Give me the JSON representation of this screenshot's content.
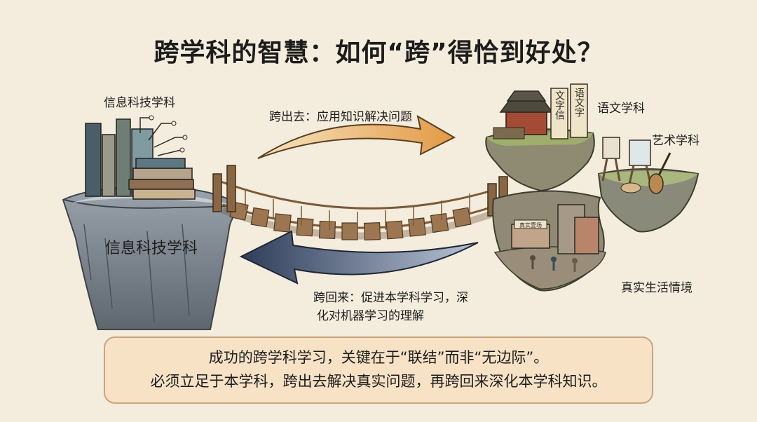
{
  "title": "跨学科的智慧：如何“跨”得恰到好处？",
  "left_cliff": {
    "top_label": "信息科技学科",
    "side_label": "信息科技学科"
  },
  "islands": {
    "chinese": "语文学科",
    "art": "艺术学科",
    "real_life": "真实生活情境"
  },
  "decorations": {
    "scroll_text_1": "语文字",
    "scroll_text_2": "文字信",
    "shop_sign": "真实壹场"
  },
  "arrows": {
    "out": {
      "label": "跨出去：应用知识解决问题",
      "color": "#e8a95a"
    },
    "back": {
      "label_line1": "跨回来：促进本学科学习，深",
      "label_line2": "化对机器学习的理解",
      "color": "#3b4a66"
    }
  },
  "summary": {
    "line1": "成功的跨学科学习，关键在于“联结”而非“无边际”。",
    "line2": "必须立足于本学科，跨出去解决真实问题，再跨回来深化本学科知识。"
  }
}
